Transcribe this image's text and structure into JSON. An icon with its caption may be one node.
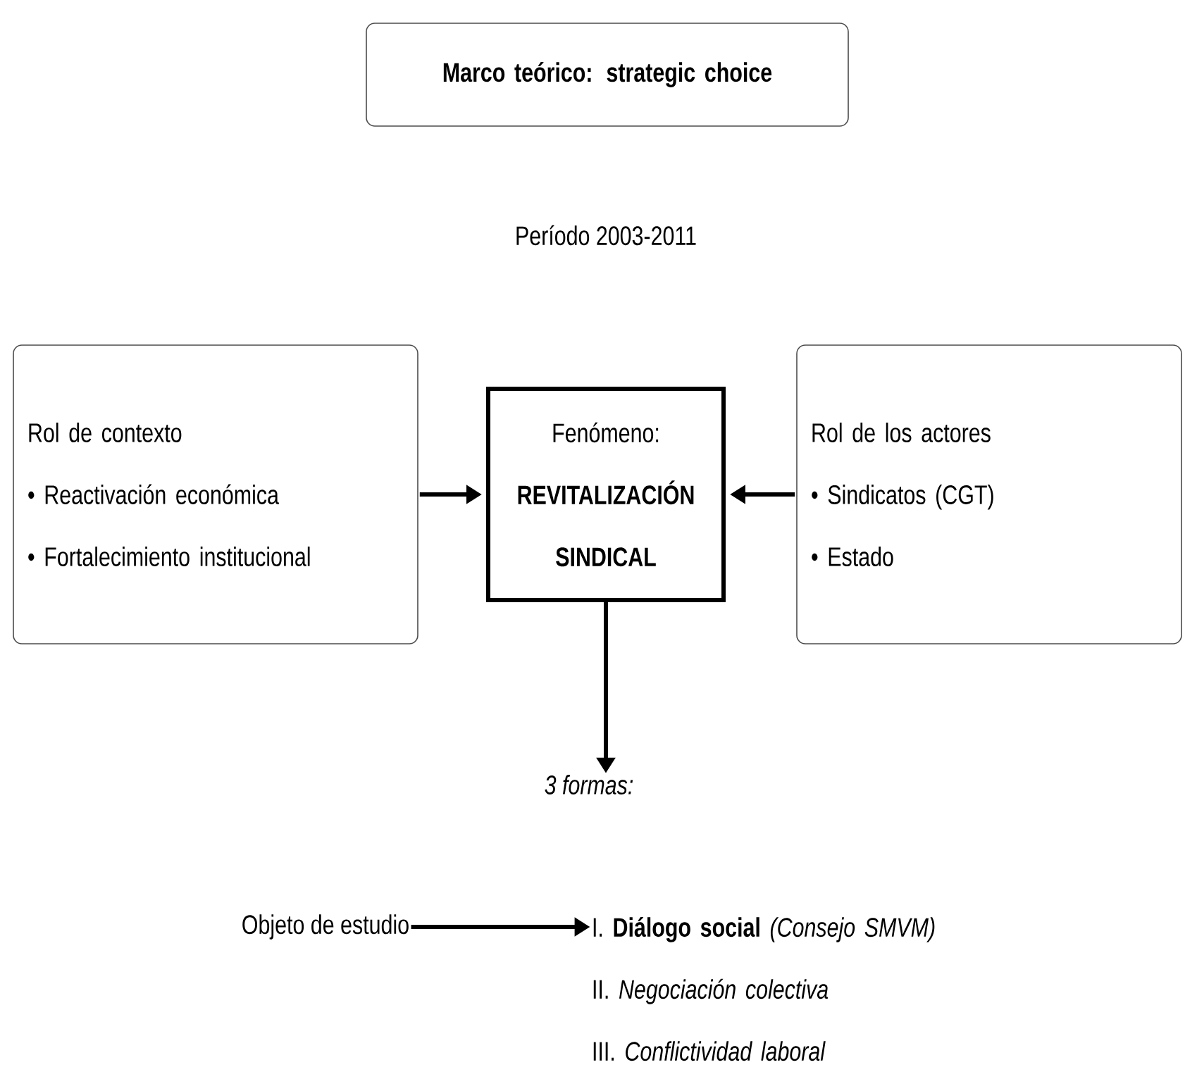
{
  "diagram": {
    "nodes": [
      {
        "text": [
          "Marco teórico: strategic choice"
        ]
      },
      {
        "text": [
          "Rol de contexto",
          "• Reactivación económica",
          "• Fortalecimiento institucional"
        ]
      },
      {
        "text": [
          "Fenómeno:",
          "REVITALIZACIÓN SINDICAL"
        ]
      },
      {
        "text": [
          "Rol de los actores",
          "• Sindicatos (CGT)",
          "• Estado"
        ]
      },
      {
        "text": [
          "3 formas:"
        ]
      },
      {
        "text": [
          "Objeto de estudio"
        ]
      },
      {
        "text": [
          "I. **Diálogo social** *(Consejo SMVM)*",
          "II. *Negociación colectiva*",
          "III. *Conflictividad laboral*"
        ]
      }
    ],
    "edges": [
      {
        "from": 1,
        "to": 2,
        "arrow": "to"
      },
      {
        "from": 3,
        "to": 2,
        "arrow": "to"
      },
      {
        "from": 2,
        "to": 4,
        "arrow": "to"
      },
      {
        "from": 5,
        "to": 6,
        "arrow": "to"
      }
    ],
    "labels": [
      "Período 2003-2011"
    ]
  }
}
